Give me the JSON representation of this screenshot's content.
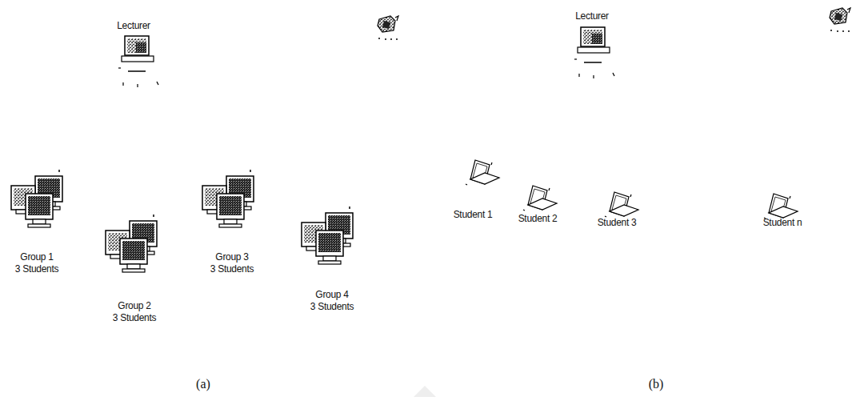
{
  "diagram": {
    "labels": [
      "Lecturer",
      "Group 1",
      "3 Students",
      "Group 2",
      "3 Students",
      "Group 3",
      "3 Students",
      "Group 4",
      "3 Students",
      "Lecturer",
      "Student 1",
      "Student 2",
      "Student 3",
      "Student n",
      "(a)",
      "(b)"
    ]
  }
}
